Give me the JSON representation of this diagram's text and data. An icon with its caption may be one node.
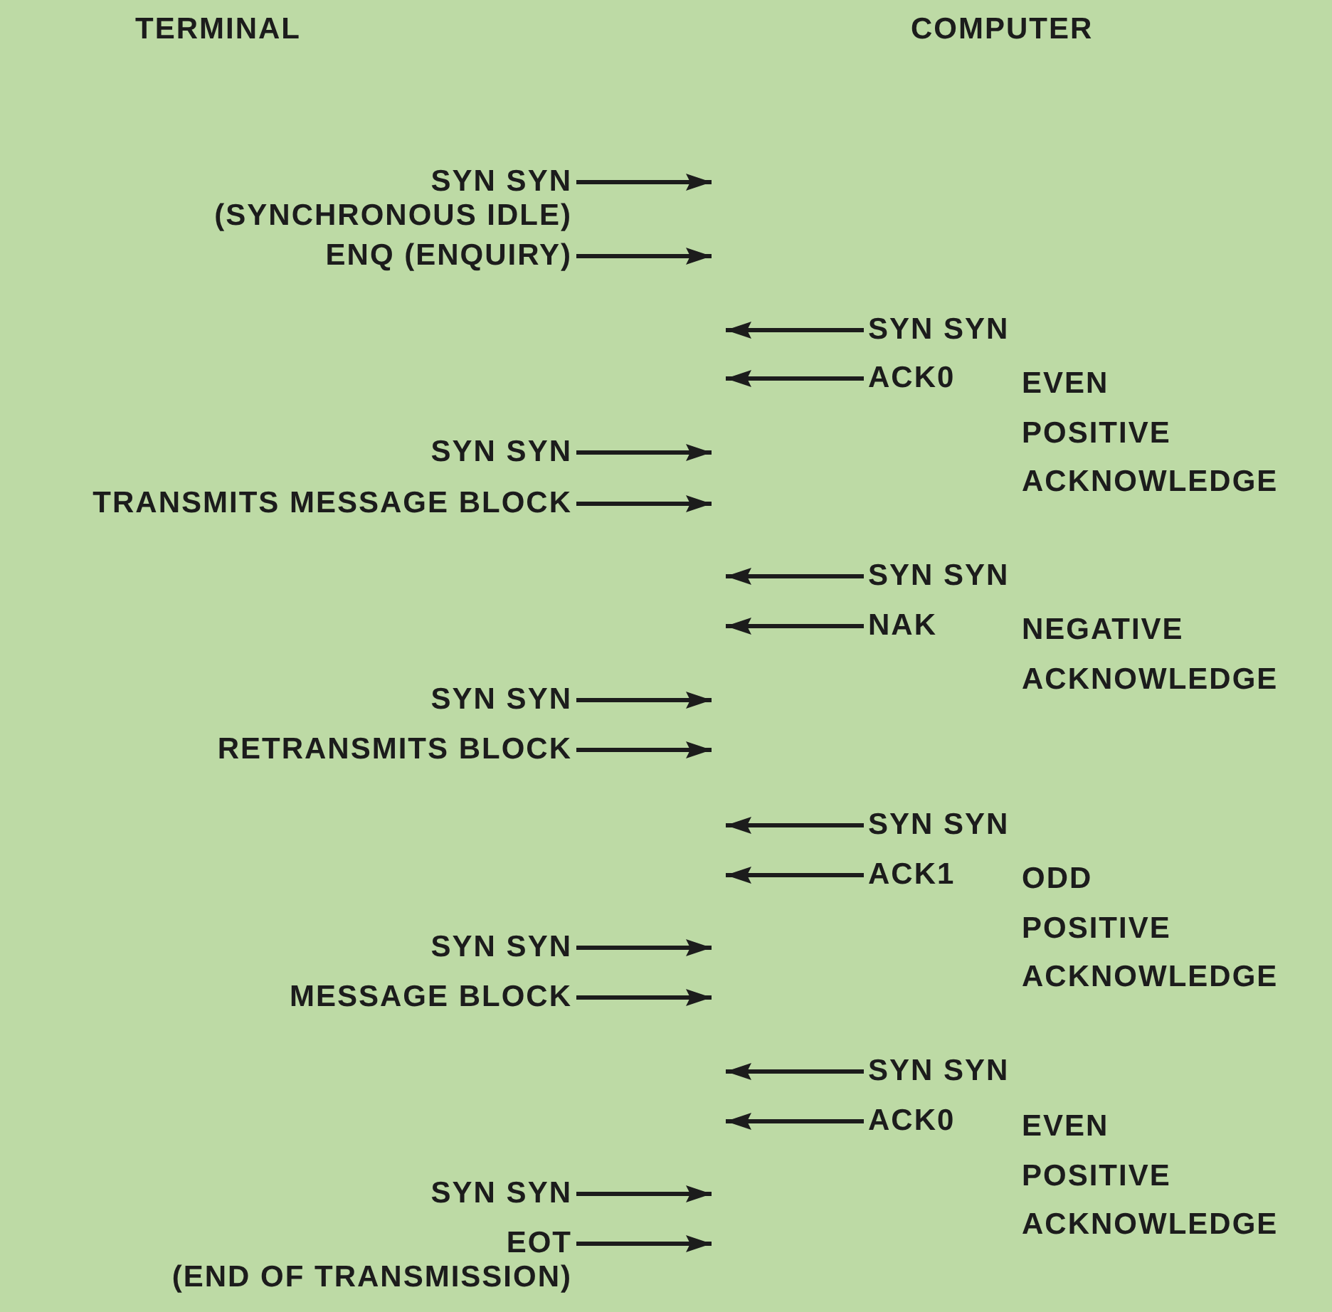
{
  "diagram": {
    "nodes": [
      {
        "text": [
          "SYN SYN"
        ],
        "beside": [
          "(SYNCHRONOUS IDLE)"
        ]
      },
      {
        "text": [
          "ENQ (ENQUIRY)"
        ]
      },
      {
        "text": [
          "SYN SYN"
        ]
      },
      {
        "text": [
          "ACK0"
        ]
      },
      {
        "text": [
          "SYN SYN"
        ]
      },
      {
        "text": [
          "TRANSMITS MESSAGE BLOCK"
        ]
      },
      {
        "text": [
          "SYN SYN"
        ]
      },
      {
        "text": [
          "NAK"
        ]
      },
      {
        "text": [
          "SYN SYN"
        ]
      },
      {
        "text": [
          "RETRANSMITS BLOCK"
        ]
      },
      {
        "text": [
          "SYN SYN"
        ]
      },
      {
        "text": [
          "ACK1"
        ]
      },
      {
        "text": [
          "SYN SYN"
        ]
      },
      {
        "text": [
          "MESSAGE BLOCK"
        ]
      },
      {
        "text": [
          "SYN SYN"
        ]
      },
      {
        "text": [
          "ACK0"
        ]
      },
      {
        "text": [
          "SYN SYN"
        ]
      },
      {
        "text": [
          "EOT"
        ],
        "beside": [
          "(END OF TRANSMISSION)"
        ]
      }
    ],
    "edges": [
      {
        "from": 0,
        "to": null,
        "arrow": "to"
      },
      {
        "from": 1,
        "to": null,
        "arrow": "to"
      },
      {
        "from": 2,
        "to": null,
        "arrow": "to"
      },
      {
        "from": 3,
        "to": null,
        "arrow": "to"
      },
      {
        "from": 4,
        "to": null,
        "arrow": "to"
      },
      {
        "from": 5,
        "to": null,
        "arrow": "to"
      },
      {
        "from": 6,
        "to": null,
        "arrow": "to"
      },
      {
        "from": 7,
        "to": null,
        "arrow": "to"
      },
      {
        "from": 8,
        "to": null,
        "arrow": "to"
      },
      {
        "from": 9,
        "to": null,
        "arrow": "to"
      },
      {
        "from": 10,
        "to": null,
        "arrow": "to"
      },
      {
        "from": 11,
        "to": null,
        "arrow": "to"
      },
      {
        "from": 12,
        "to": null,
        "arrow": "to"
      },
      {
        "from": 13,
        "to": null,
        "arrow": "to"
      },
      {
        "from": 14,
        "to": null,
        "arrow": "to"
      },
      {
        "from": 15,
        "to": null,
        "arrow": "to"
      },
      {
        "from": 16,
        "to": null,
        "arrow": "to"
      },
      {
        "from": 17,
        "to": null,
        "arrow": "to"
      }
    ],
    "labels": [
      "TERMINAL",
      "COMPUTER",
      "EVEN POSITIVE ACKNOWLEDGE",
      "NEGATIVE ACKNOWLEDGE",
      "ODD POSITIVE ACKNOWLEDGE",
      "EVEN POSITIVE ACKNOWLEDGE"
    ]
  }
}
